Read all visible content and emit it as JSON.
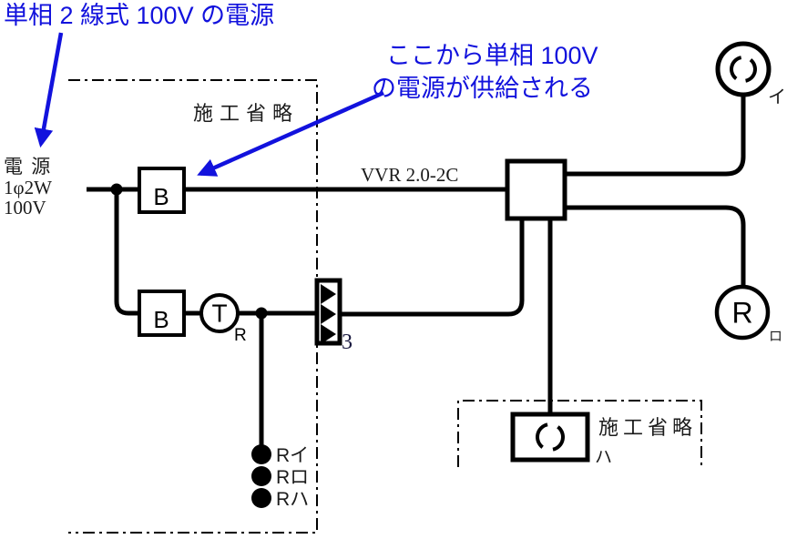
{
  "colors": {
    "diagram_line": "#000000",
    "label_text": "#1b1b1b",
    "annotation_blue": "#1212dd",
    "relay_count_text": "#1a1a40",
    "background": "#ffffff"
  },
  "annotations": {
    "power_note": "単相 2 線式 100V の電源",
    "supply_note_line1": "ここから単相 100V",
    "supply_note_line2": "の電源が供給される"
  },
  "power_source": {
    "line1": "電 源",
    "line2": "1φ2W",
    "line3": "100V"
  },
  "cable_label": "VVR 2.0-2C",
  "construction_omitted_left": "施工省略",
  "construction_omitted_right": "施工省略",
  "devices": {
    "breaker_top": "B",
    "breaker_bottom": "B",
    "transformer": "T",
    "transformer_sub": "R",
    "relay_count": "3",
    "switch_labels": [
      "Rイ",
      "Rロ",
      "Rハ"
    ],
    "lamp_top_tag": "イ",
    "aircon_label": "R",
    "aircon_tag": "ロ",
    "ceiling_tag": "ハ"
  }
}
